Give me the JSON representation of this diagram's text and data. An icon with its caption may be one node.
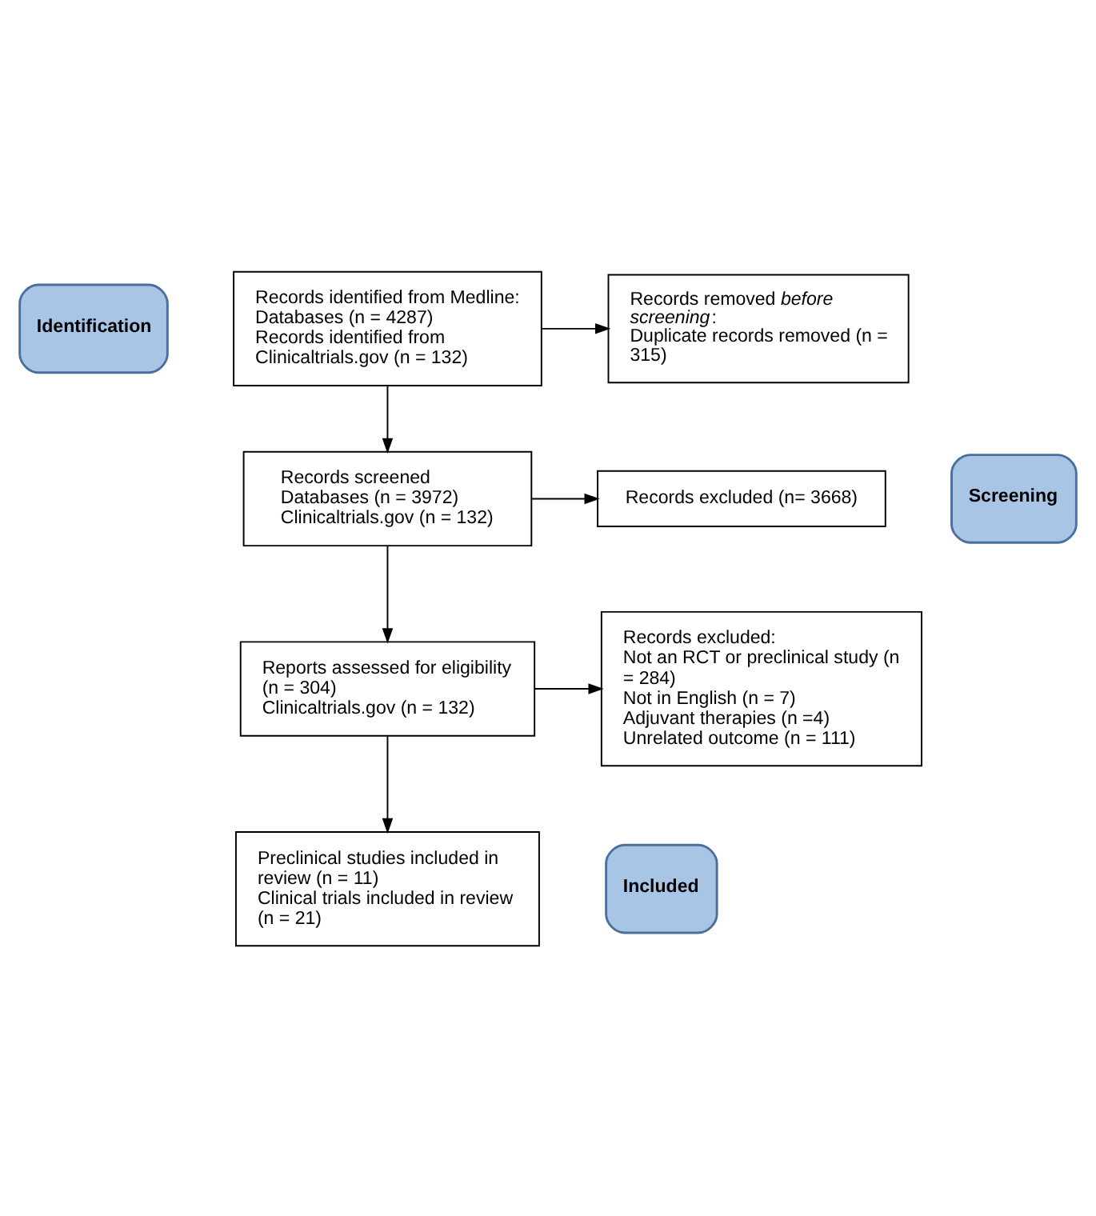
{
  "diagram": {
    "nodes": [
      {
        "text": [
          "Identification"
        ]
      },
      {
        "text": [
          "Records identified from Medline:",
          "Databases (n = 4287)",
          "Records identified from Clinicaltrials.gov (n = 132)"
        ]
      },
      {
        "text": [
          "Records removed *before screening*:",
          "Duplicate records removed (n = 315)"
        ]
      },
      {
        "text": [
          "Screening"
        ]
      },
      {
        "text": [
          "Records screened",
          "Databases (n = 3972)",
          "Clinicaltrials.gov (n = 132)"
        ]
      },
      {
        "text": [
          "Records excluded (n= 3668)"
        ]
      },
      {
        "text": [
          "Reports assessed for eligibility (n = 304)",
          "Clinicaltrials.gov (n = 132)"
        ]
      },
      {
        "text": [
          "Records excluded:",
          "Not an RCT or preclinical study (n = 284)",
          "Not in English (n = 7)",
          "Adjuvant therapies (n =4)",
          "Unrelated outcome (n = 111)"
        ]
      },
      {
        "text": [
          "Included"
        ]
      },
      {
        "text": [
          "Preclinical studies included in review (n = 11)",
          "Clinical trials included in review (n = 21)"
        ]
      }
    ],
    "edges": [
      {
        "from": 1,
        "to": 2,
        "arrow": "to"
      },
      {
        "from": 1,
        "to": 4,
        "arrow": "to"
      },
      {
        "from": 4,
        "to": 5,
        "arrow": "to"
      },
      {
        "from": 4,
        "to": 6,
        "arrow": "to"
      },
      {
        "from": 6,
        "to": 7,
        "arrow": "to"
      },
      {
        "from": 6,
        "to": 9,
        "arrow": "to"
      }
    ]
  }
}
